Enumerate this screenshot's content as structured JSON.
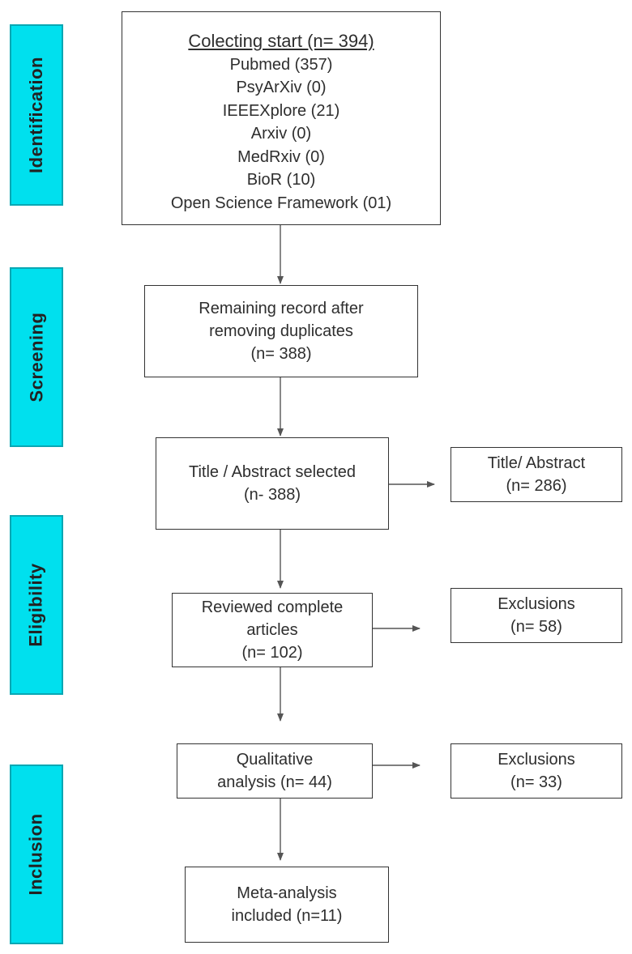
{
  "stages": {
    "identification": "Identification",
    "screening": "Screening",
    "eligibility": "Eligibility",
    "inclusion": "Inclusion"
  },
  "collecting": {
    "title": "Colecting start (n= 394)",
    "sources": [
      "Pubmed (357)",
      "PsyArXiv (0)",
      "IEEEXplore (21)",
      "Arxiv (0)",
      "MedRxiv (0)",
      "BioR (10)",
      "Open Science Framework (01)"
    ]
  },
  "remaining": {
    "lines": [
      "Remaining record after",
      "removing duplicates",
      "(n= 388)"
    ]
  },
  "title_abstract": {
    "lines": [
      "Title / Abstract selected",
      "(n- 388)"
    ]
  },
  "title_abstract_excl": {
    "lines": [
      "Title/ Abstract",
      "(n= 286)"
    ]
  },
  "reviewed": {
    "lines": [
      "Reviewed complete",
      "articles",
      "(n= 102)"
    ]
  },
  "exclusions_1": {
    "lines": [
      "Exclusions",
      "(n= 58)"
    ]
  },
  "qualitative": {
    "lines": [
      "Qualitative",
      "analysis (n= 44)"
    ]
  },
  "exclusions_2": {
    "lines": [
      "Exclusions",
      "(n= 33)"
    ]
  },
  "meta": {
    "lines": [
      "Meta-analysis",
      "included (n=11)"
    ]
  },
  "colors": {
    "stage_fill": "#00e0ee",
    "stage_border": "#0aa7b3",
    "line": "#555555"
  }
}
